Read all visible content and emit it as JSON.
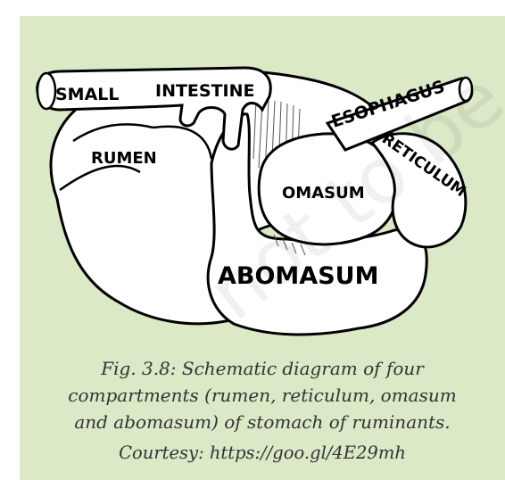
{
  "labels": {
    "small_intestine_1": "SMALL",
    "small_intestine_2": "INTESTINE",
    "esophagus": "ESOPHAGUS",
    "reticulum": "RETICULUM",
    "rumen": "RUMEN",
    "omasum": "OMASUM",
    "abomasum": "ABOMASUM"
  },
  "caption": {
    "line1": "Fig. 3.8: Schematic diagram of four",
    "line2": "compartments (rumen, reticulum, omasum",
    "line3": "and abomasum) of stomach of ruminants.",
    "courtesy": "Courtesy: https://goo.gl/4E29mh"
  },
  "watermark": "not to be",
  "colors": {
    "background": "#dbe9c7",
    "organ_fill": "#ffffff",
    "outline": "#000000",
    "caption_text": "#333333"
  }
}
